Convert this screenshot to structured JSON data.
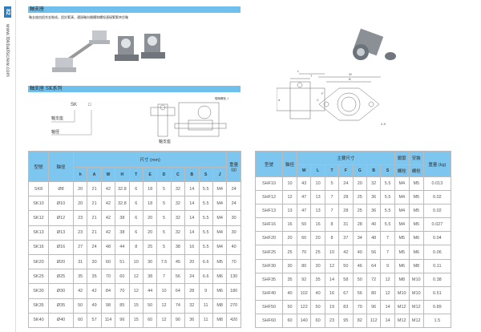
{
  "page_number": "82",
  "website": "www.tbkballscrew.com",
  "section1": {
    "title": "軸支座",
    "description": "軸支座由鋁合金制成，設計緊湊，通過軸向開槽和螺栓連接緊緊夾住軸"
  },
  "section2": {
    "title": "軸支座  SK系列"
  },
  "code_diagram": {
    "prefix": "SK",
    "box": "□",
    "label1": "軸支座",
    "label2": "軸徑",
    "drawing_caption": "軸支座",
    "note": "隨柄螺栓 J"
  },
  "shf_diagram": {
    "dims": [
      "L",
      "T",
      "d",
      "C",
      "F",
      "W",
      "B",
      "2-S"
    ]
  },
  "sk_table": {
    "headers": {
      "model": "型號",
      "shaft": "軸徑",
      "dims": "尺寸 (mm)",
      "weight": "重量 (g)",
      "cols": [
        "h",
        "A",
        "W",
        "H",
        "T",
        "E",
        "D",
        "C",
        "B",
        "S",
        "J"
      ]
    },
    "rows": [
      [
        "SK8",
        "Ø8",
        "20",
        "21",
        "42",
        "32.8",
        "6",
        "18",
        "5",
        "32",
        "14",
        "5.5",
        "M4",
        "24"
      ],
      [
        "SK10",
        "Ø10",
        "20",
        "21",
        "42",
        "32.8",
        "6",
        "18",
        "5",
        "32",
        "14",
        "5.5",
        "M4",
        "24"
      ],
      [
        "SK12",
        "Ø12",
        "23",
        "21",
        "42",
        "38",
        "6",
        "20",
        "5",
        "32",
        "14",
        "5.5",
        "M4",
        "30"
      ],
      [
        "SK13",
        "Ø13",
        "23",
        "21",
        "42",
        "38",
        "6",
        "20",
        "5",
        "32",
        "14",
        "5.5",
        "M4",
        "30"
      ],
      [
        "SK16",
        "Ø16",
        "27",
        "24",
        "48",
        "44",
        "8",
        "25",
        "5",
        "38",
        "16",
        "5.5",
        "M4",
        "40"
      ],
      [
        "SK20",
        "Ø20",
        "31",
        "30",
        "60",
        "51",
        "10",
        "30",
        "7.5",
        "45",
        "20",
        "6.6",
        "M5",
        "70"
      ],
      [
        "SK25",
        "Ø25",
        "35",
        "35",
        "70",
        "60",
        "12",
        "38",
        "7",
        "56",
        "24",
        "6.6",
        "M6",
        "130"
      ],
      [
        "SK30",
        "Ø30",
        "42",
        "42",
        "84",
        "70",
        "12",
        "44",
        "10",
        "64",
        "28",
        "9",
        "M6",
        "180"
      ],
      [
        "SK35",
        "Ø35",
        "50",
        "49",
        "98",
        "85",
        "15",
        "50",
        "12",
        "74",
        "32",
        "11",
        "M8",
        "270"
      ],
      [
        "SK40",
        "Ø40",
        "60",
        "57",
        "114",
        "96",
        "15",
        "60",
        "12",
        "90",
        "36",
        "11",
        "M8",
        "420"
      ]
    ]
  },
  "shf_table": {
    "headers": {
      "model": "型號",
      "shaft": "軸徑",
      "dims": "主要尺寸",
      "lock": "鎖緊",
      "mount": "安裝",
      "bolt": "螺栓",
      "weight": "重量 (kg)",
      "cols": [
        "W",
        "L",
        "T",
        "F",
        "G",
        "B",
        "S"
      ]
    },
    "rows": [
      [
        "SHF10",
        "10",
        "43",
        "10",
        "5",
        "24",
        "20",
        "32",
        "5.5",
        "M4",
        "M5",
        "0.013"
      ],
      [
        "SHF12",
        "12",
        "47",
        "13",
        "7",
        "28",
        "25",
        "36",
        "5.5",
        "M4",
        "M5",
        "0.02"
      ],
      [
        "SHF13",
        "13",
        "47",
        "13",
        "7",
        "28",
        "25",
        "36",
        "5.5",
        "M4",
        "M5",
        "0.02"
      ],
      [
        "SHF16",
        "16",
        "50",
        "16",
        "8",
        "31",
        "28",
        "40",
        "5.5",
        "M4",
        "M5",
        "0.027"
      ],
      [
        "SHF20",
        "20",
        "60",
        "20",
        "8",
        "37",
        "34",
        "48",
        "7",
        "M5",
        "M6",
        "0.04"
      ],
      [
        "SHF25",
        "25",
        "70",
        "25",
        "10",
        "42",
        "40",
        "56",
        "7",
        "M5",
        "M6",
        "0.06"
      ],
      [
        "SHF30",
        "30",
        "80",
        "30",
        "12",
        "50",
        "46",
        "64",
        "9",
        "M6",
        "M8",
        "0.11"
      ],
      [
        "SHF35",
        "35",
        "92",
        "35",
        "14",
        "58",
        "50",
        "72",
        "12",
        "M8",
        "M10",
        "0.38"
      ],
      [
        "SHF40",
        "40",
        "102",
        "40",
        "16",
        "67",
        "56",
        "80",
        "12",
        "M10",
        "M10",
        "0.51"
      ],
      [
        "SHF50",
        "50",
        "122",
        "50",
        "19",
        "83",
        "70",
        "96",
        "14",
        "M12",
        "M12",
        "0.89"
      ],
      [
        "SHF60",
        "60",
        "140",
        "60",
        "23",
        "95",
        "82",
        "112",
        "14",
        "M12",
        "M12",
        "1.5"
      ]
    ]
  }
}
